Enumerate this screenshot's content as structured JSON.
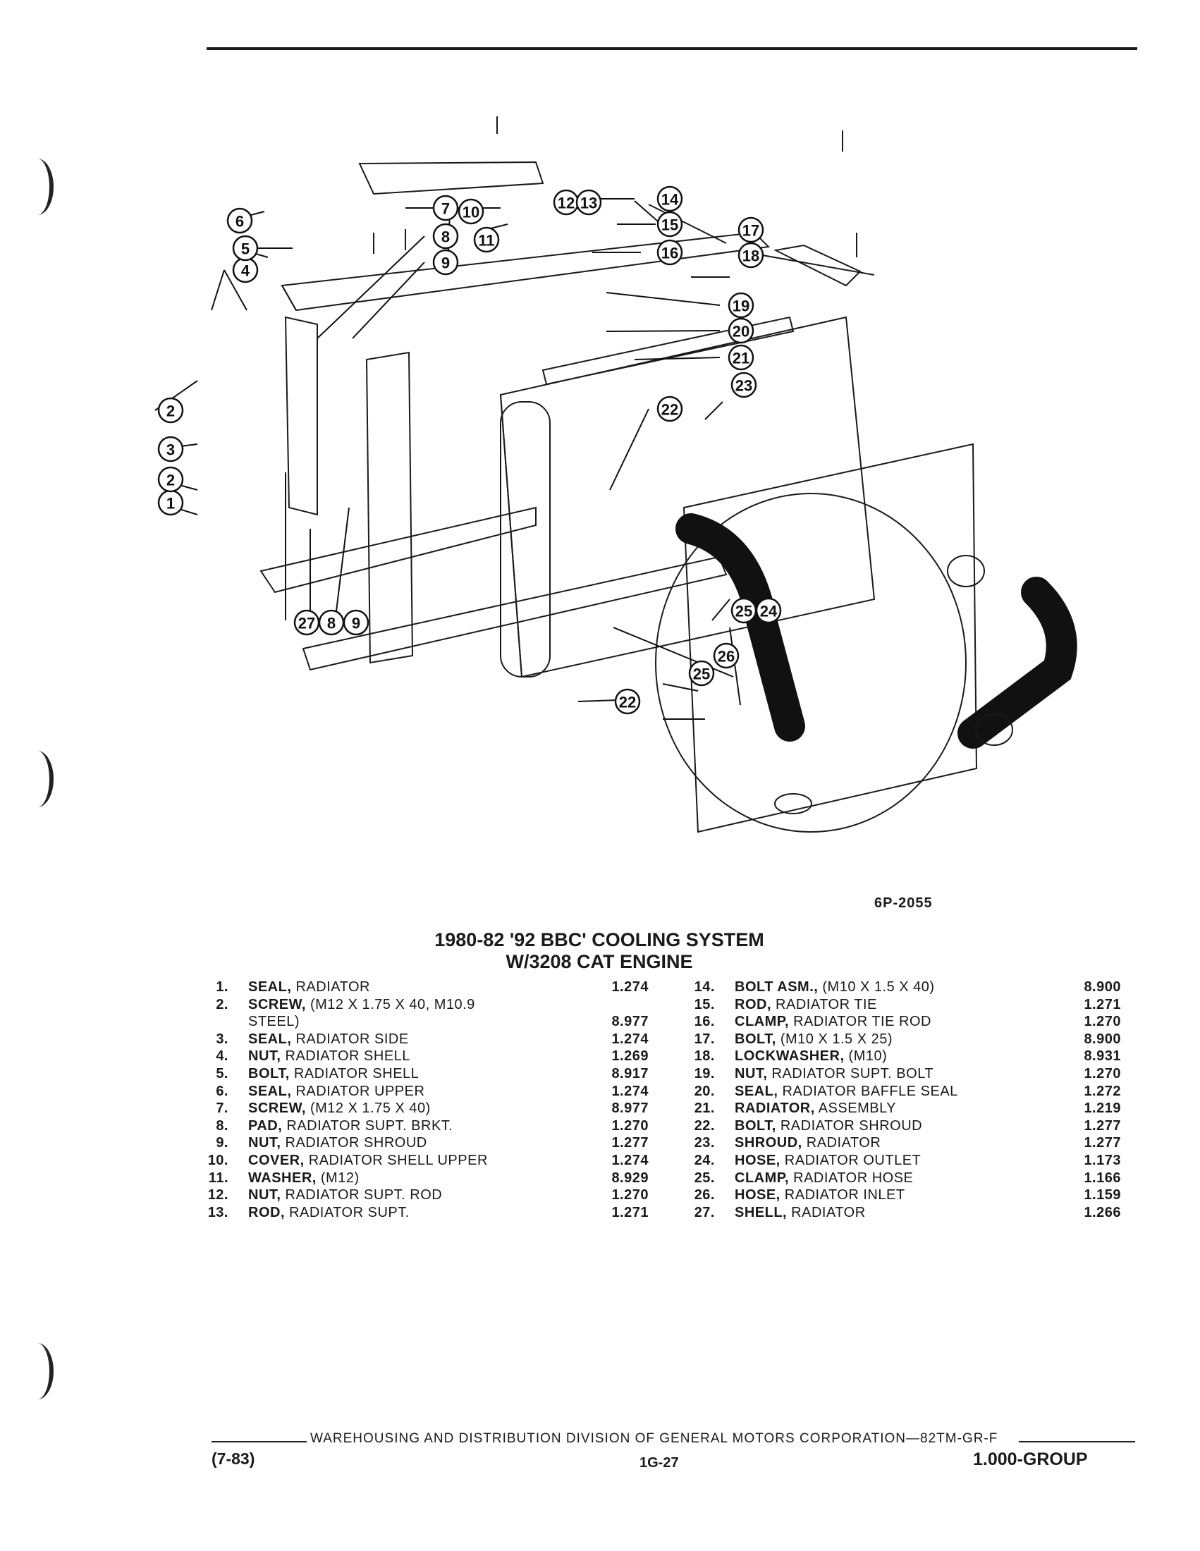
{
  "figure_code": "6P-2055",
  "title_line1": "1980-82 '92 BBC' COOLING SYSTEM",
  "title_line2": "W/3208 CAT ENGINE",
  "parts_left": [
    {
      "num": "1.",
      "bold": "SEAL,",
      "rest": " RADIATOR",
      "line2": "",
      "code": "1.274"
    },
    {
      "num": "2.",
      "bold": "SCREW,",
      "rest": " (M12 X 1.75 X 40, M10.9",
      "line2": "STEEL)",
      "code": "8.977"
    },
    {
      "num": "3.",
      "bold": "SEAL,",
      "rest": " RADIATOR SIDE",
      "line2": "",
      "code": "1.274"
    },
    {
      "num": "4.",
      "bold": "NUT,",
      "rest": " RADIATOR SHELL",
      "line2": "",
      "code": "1.269"
    },
    {
      "num": "5.",
      "bold": "BOLT,",
      "rest": " RADIATOR SHELL",
      "line2": "",
      "code": "8.917"
    },
    {
      "num": "6.",
      "bold": "SEAL,",
      "rest": " RADIATOR UPPER",
      "line2": "",
      "code": "1.274"
    },
    {
      "num": "7.",
      "bold": "SCREW,",
      "rest": " (M12 X 1.75 X 40)",
      "line2": "",
      "code": "8.977"
    },
    {
      "num": "8.",
      "bold": "PAD,",
      "rest": " RADIATOR SUPT. BRKT.",
      "line2": "",
      "code": "1.270"
    },
    {
      "num": "9.",
      "bold": "NUT,",
      "rest": " RADIATOR SHROUD",
      "line2": "",
      "code": "1.277"
    },
    {
      "num": "10.",
      "bold": "COVER,",
      "rest": " RADIATOR SHELL UPPER",
      "line2": "",
      "code": "1.274"
    },
    {
      "num": "11.",
      "bold": "WASHER,",
      "rest": " (M12)",
      "line2": "",
      "code": "8.929"
    },
    {
      "num": "12.",
      "bold": "NUT,",
      "rest": " RADIATOR SUPT. ROD",
      "line2": "",
      "code": "1.270"
    },
    {
      "num": "13.",
      "bold": "ROD,",
      "rest": " RADIATOR SUPT.",
      "line2": "",
      "code": "1.271"
    }
  ],
  "parts_right": [
    {
      "num": "14.",
      "bold": "BOLT ASM.,",
      "rest": " (M10 X 1.5 X 40)",
      "code": "8.900"
    },
    {
      "num": "15.",
      "bold": "ROD,",
      "rest": " RADIATOR TIE",
      "code": "1.271"
    },
    {
      "num": "16.",
      "bold": "CLAMP,",
      "rest": " RADIATOR TIE ROD",
      "code": "1.270"
    },
    {
      "num": "17.",
      "bold": "BOLT,",
      "rest": " (M10 X 1.5 X 25)",
      "code": "8.900"
    },
    {
      "num": "18.",
      "bold": "LOCKWASHER,",
      "rest": " (M10)",
      "code": "8.931"
    },
    {
      "num": "19.",
      "bold": "NUT,",
      "rest": " RADIATOR SUPT. BOLT",
      "code": "1.270"
    },
    {
      "num": "20.",
      "bold": "SEAL,",
      "rest": " RADIATOR BAFFLE SEAL",
      "code": "1.272"
    },
    {
      "num": "21.",
      "bold": "RADIATOR,",
      "rest": " ASSEMBLY",
      "code": "1.219"
    },
    {
      "num": "22.",
      "bold": "BOLT,",
      "rest": " RADIATOR SHROUD",
      "code": "1.277"
    },
    {
      "num": "23.",
      "bold": "SHROUD,",
      "rest": " RADIATOR",
      "code": "1.277"
    },
    {
      "num": "24.",
      "bold": "HOSE,",
      "rest": " RADIATOR OUTLET",
      "code": "1.173"
    },
    {
      "num": "25.",
      "bold": "CLAMP,",
      "rest": " RADIATOR HOSE",
      "code": "1.166"
    },
    {
      "num": "26.",
      "bold": "HOSE,",
      "rest": " RADIATOR INLET",
      "code": "1.159"
    },
    {
      "num": "27.",
      "bold": "SHELL,",
      "rest": " RADIATOR",
      "code": "1.266"
    }
  ],
  "callouts": [
    "1",
    "2",
    "2",
    "3",
    "4",
    "5",
    "6",
    "7",
    "8",
    "8",
    "9",
    "9",
    "10",
    "11",
    "12",
    "13",
    "14",
    "15",
    "16",
    "17",
    "18",
    "19",
    "20",
    "21",
    "22",
    "22",
    "23",
    "24",
    "25",
    "25",
    "26",
    "27"
  ],
  "footer_text": "WAREHOUSING AND DISTRIBUTION  DIVISION OF GENERAL MOTORS CORPORATION—82TM-GR-F",
  "footer_left": "(7-83)",
  "footer_center": "1G-27",
  "footer_right": "1.000-GROUP"
}
